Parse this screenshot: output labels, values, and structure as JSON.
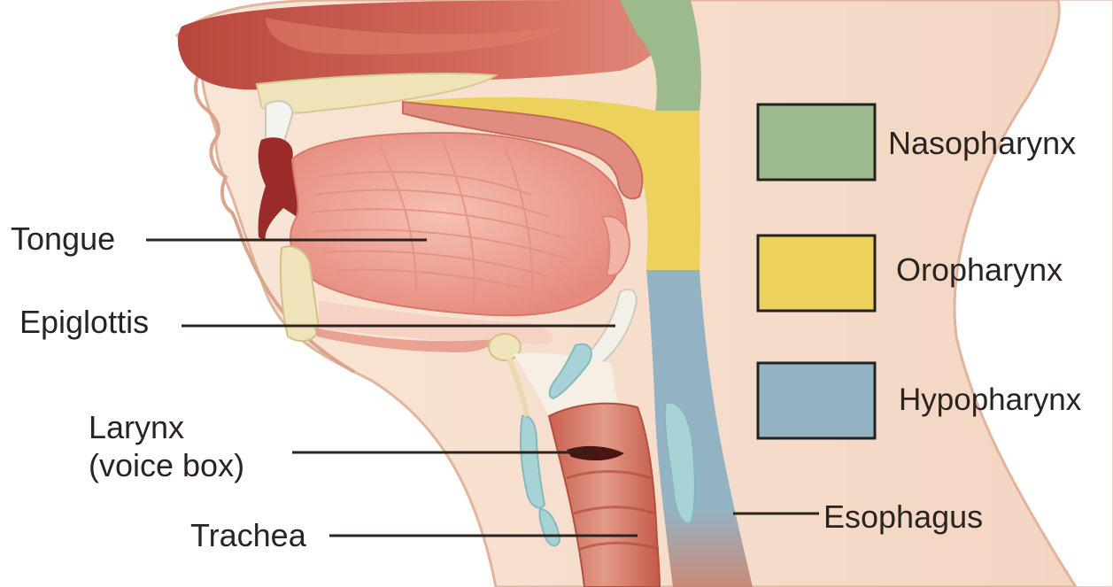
{
  "labels": {
    "tongue": "Tongue",
    "epiglottis": "Epiglottis",
    "larynx_line1": "Larynx",
    "larynx_line2": "(voice box)",
    "trachea": "Trachea",
    "esophagus": "Esophagus"
  },
  "legend": [
    {
      "label": "Nasopharynx",
      "color": "#9dba8f"
    },
    {
      "label": "Oropharynx",
      "color": "#ecd25d"
    },
    {
      "label": "Hypopharynx",
      "color": "#93b3c4"
    }
  ],
  "colors": {
    "skin": "#f8e4d3",
    "skin_edge": "#e8b9a2",
    "nasal": "#c9544a",
    "tongue": "#f0a89d",
    "trachea": "#d9796a",
    "cartilage": "#a8d3d6",
    "bone": "#efe4b9"
  }
}
